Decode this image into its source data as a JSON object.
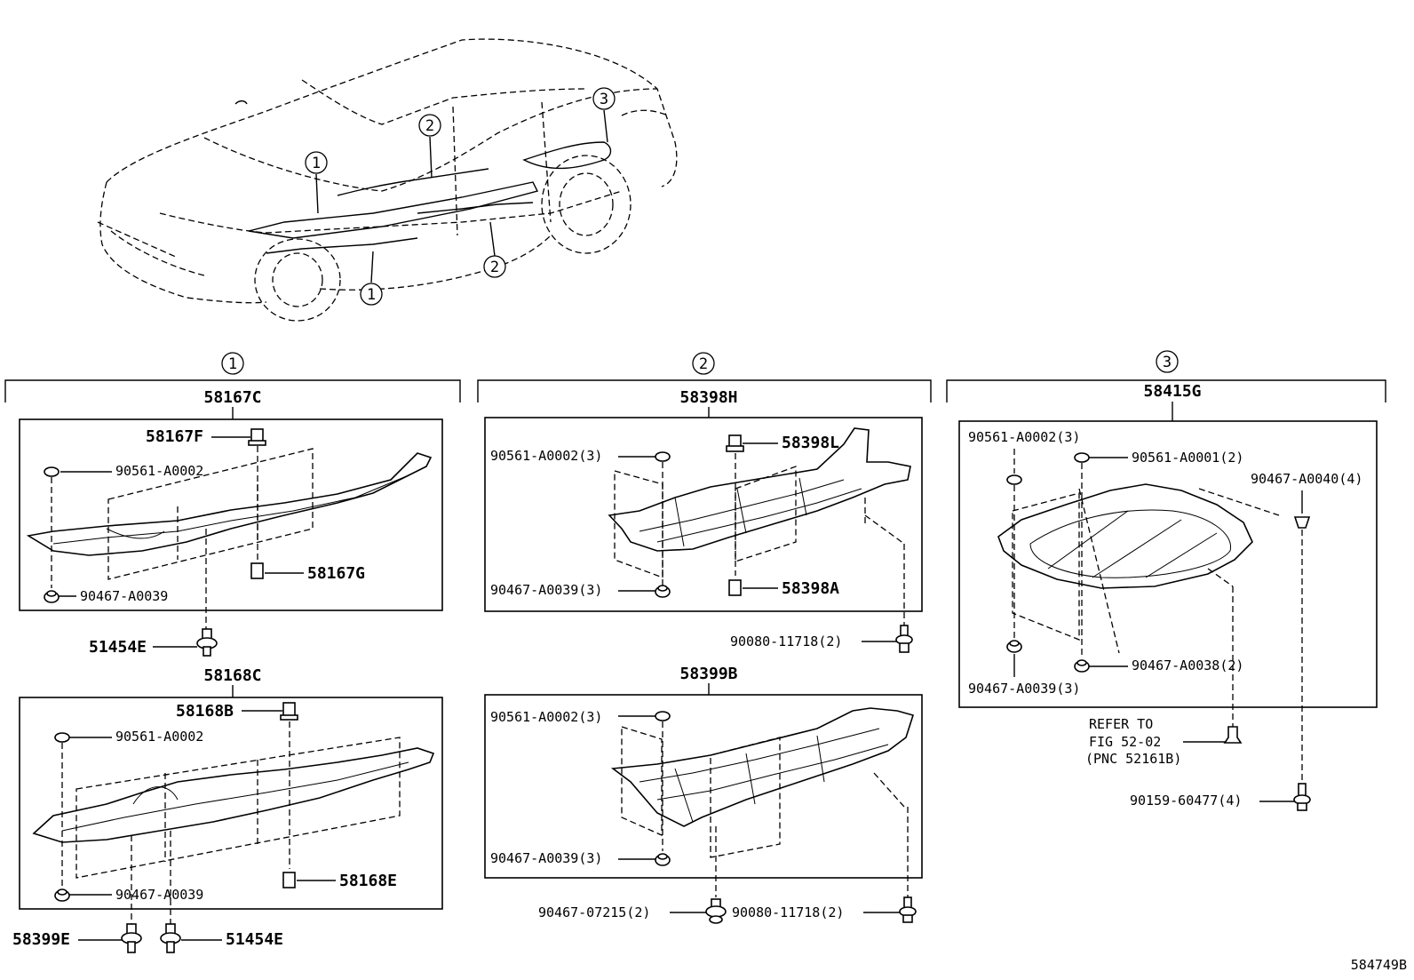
{
  "figure_code": "584749B",
  "car": {
    "callouts": [
      "1",
      "2",
      "3",
      "2",
      "1"
    ]
  },
  "groups": [
    {
      "circle": "1",
      "header": "58167C",
      "parts": [
        "58167F",
        "90561-A0002",
        "58167G",
        "90467-A0039"
      ],
      "below": [
        "51454E"
      ]
    },
    {
      "circle": "2",
      "header": "58398H",
      "parts": [
        "90561-A0002(3)",
        "58398L",
        "90467-A0039(3)",
        "58398A"
      ],
      "below": [
        "90080-11718(2)"
      ]
    },
    {
      "circle": "3",
      "header": "58415G",
      "parts": [
        "90561-A0002(3)",
        "90561-A0001(2)",
        "90467-A0040(4)",
        "90467-A0039(3)",
        "90467-A0038(2)"
      ],
      "refer": [
        "REFER TO",
        "FIG 52-02",
        "(PNC 52161B)"
      ],
      "below": [
        "90159-60477(4)"
      ]
    }
  ],
  "group1_lower": {
    "header": "58168C",
    "parts": [
      "58168B",
      "90561-A0002",
      "90467-A0039",
      "58168E"
    ],
    "below": [
      "58399E",
      "51454E"
    ]
  },
  "group2_lower": {
    "header": "58399B",
    "parts": [
      "90561-A0002(3)",
      "90467-A0039(3)"
    ],
    "below": [
      "90467-07215(2)",
      "90080-11718(2)"
    ]
  }
}
